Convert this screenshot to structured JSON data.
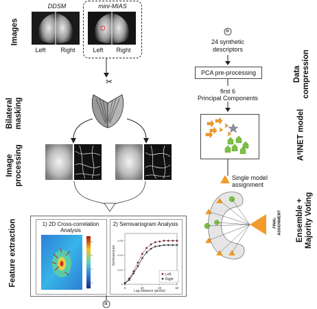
{
  "left_labels": {
    "images": "Images",
    "bilateral_masking": [
      "Bilateral",
      "masking"
    ],
    "image_processing": [
      "Image",
      "processing"
    ],
    "feature_extraction": "Feature extraction"
  },
  "right_labels": {
    "data_compression": [
      "Data",
      "compression"
    ],
    "ainet_model": "A²INET model",
    "ensemble": [
      "Ensemble +",
      "Majority Voting"
    ]
  },
  "images": {
    "ddsm_title": "DDSM",
    "mias_title": "mini-MIAS",
    "left": "Left",
    "right": "Right"
  },
  "feature": {
    "panel1_title": [
      "1) 2D Cross-correlation",
      "Analysis"
    ],
    "panel2_title": "2) Semivariogram Analysis",
    "y_label": "Semivariance",
    "x_label": "Lag distance (pixels)",
    "legend_left": "Left",
    "legend_right": "Right"
  },
  "pipeline": {
    "connector": "a",
    "descriptors": [
      "24 synthetic",
      "descriptors"
    ],
    "pca_box": "PCA pre-processing",
    "components": [
      "first 6",
      "Principal Components"
    ],
    "assignment": [
      "Single model",
      "assignment"
    ],
    "final": [
      "FINAL",
      "ASSIGNMENT"
    ]
  },
  "colors": {
    "orange": "#f39a2b",
    "green": "#7cc142",
    "star": "#8d8fa6"
  },
  "chart_data": {
    "type": "line",
    "title": "2) Semivariogram Analysis",
    "xlabel": "Lag distance (pixels)",
    "ylabel": "Semivariance",
    "x": [
      0,
      5,
      10,
      15,
      20,
      25,
      30,
      35,
      40,
      45,
      50,
      55,
      60
    ],
    "xticks": [
      0,
      20,
      40,
      60
    ],
    "yticks": [
      0,
      0.02,
      0.04,
      0.06
    ],
    "xlim": [
      0,
      60
    ],
    "ylim": [
      0,
      0.07
    ],
    "series": [
      {
        "name": "Left",
        "values": [
          0.002,
          0.008,
          0.018,
          0.03,
          0.042,
          0.05,
          0.055,
          0.058,
          0.059,
          0.06,
          0.06,
          0.06,
          0.06
        ]
      },
      {
        "name": "Right",
        "values": [
          0.001,
          0.006,
          0.015,
          0.025,
          0.036,
          0.044,
          0.049,
          0.052,
          0.053,
          0.054,
          0.054,
          0.054,
          0.054
        ]
      }
    ]
  }
}
